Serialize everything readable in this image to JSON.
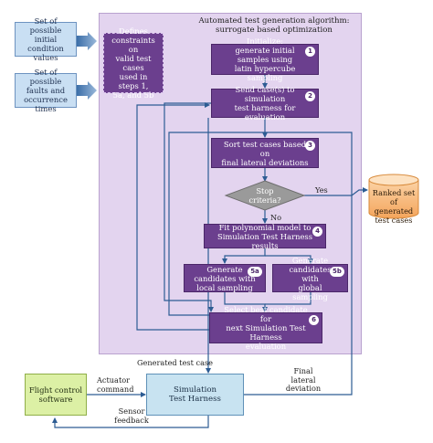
{
  "panel": {
    "title_line1": "Automated test generation algorithm:",
    "title_line2": "surrogate based optimization"
  },
  "inputs": {
    "initial_conditions": "Set of possible\ninitial condition\nvalues",
    "faults": "Set of possible\nfaults and\noccurrence times"
  },
  "constraints_note": "Defines\nconstraints on\nvalid test cases\nused in steps 1,\n5a, and 5b",
  "steps": {
    "s1": {
      "num": "1",
      "text": "Initialize:\ngenerate initial samples using\nlatin hypercube sampling"
    },
    "s2": {
      "num": "2",
      "text": "Send case(s) to simulation\ntest harness for evaluation"
    },
    "s3": {
      "num": "3",
      "text": "Sort test cases based on\nfinal lateral deviations"
    },
    "decision": "Stop\ncriteria?",
    "s4": {
      "num": "4",
      "text": "Fit polynomial model to\nSimulation Test Harness results"
    },
    "s5a": {
      "num": "5a",
      "text": "Generate\ncandidates with\nlocal sampling"
    },
    "s5b": {
      "num": "5b",
      "text": "Generate\ncandidates with\nglobal sampling"
    },
    "s6": {
      "num": "6",
      "text": "Select best candidate for\nnext Simulation Test Harness\nevaluation"
    }
  },
  "labels": {
    "yes": "Yes",
    "no": "No",
    "generated_test_case": "Generated test case",
    "actuator_command": "Actuator\ncommand",
    "final_lateral_deviation": "Final\nlateral\ndeviation",
    "sensor_feedback": "Sensor\nfeedback"
  },
  "output": "Ranked set of\ngenerated\ntest cases",
  "flight_control": "Flight control\nsoftware",
  "test_harness": "Simulation\nTest Harness",
  "colors": {
    "panel_bg": "#e3d4ef",
    "step_box": "#6b3f8e",
    "input_box": "#c9dff3",
    "output_cylinder": "#f7b878",
    "flight_control": "#dcf0a5",
    "test_harness": "#c8e3f1",
    "decision": "#9a9a9a",
    "arrow": "#2d5c93"
  }
}
